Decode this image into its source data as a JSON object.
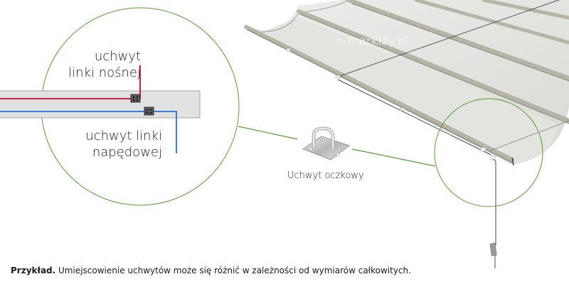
{
  "labels": {
    "carrier_line_holder": "uchwyt linki nośnej",
    "carrier_line_holder_l1": "uchwyt",
    "carrier_line_holder_l2": "linki nośnej",
    "drive_line_holder_l1": "uchwyt linki",
    "drive_line_holder_l2": "napędowej",
    "eye_holder": "Uchwyt oczkowy"
  },
  "caption": {
    "bold": "Przykład.",
    "text": " Umiejscowienie uchwytów może się różnić w zależności od wymiarów całkowitych."
  },
  "watermark": "e-markizy.pl",
  "colors": {
    "carrier_line": "#c8214f",
    "drive_line": "#3b7ddd",
    "callout_circle": "#5a9a3a",
    "bar_fill": "#e1e1e1",
    "profile": "#b7b8a9",
    "fabric": "#e6e6e2"
  },
  "icons": {
    "bracket": "bracket-icon",
    "eye_plate": "eye-plate-icon"
  }
}
